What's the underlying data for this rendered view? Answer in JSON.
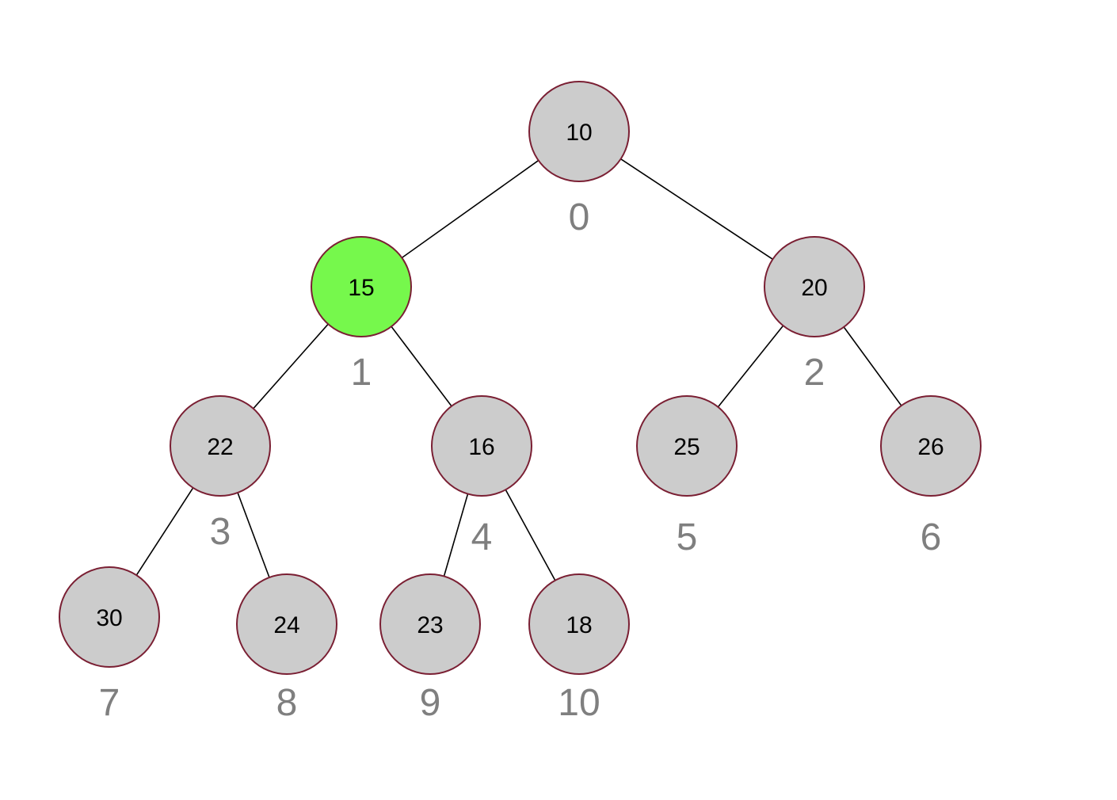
{
  "colors": {
    "node_fill": "#cccccc",
    "highlight_fill": "#76f84c",
    "node_stroke": "#7a1f33",
    "edge": "#000000",
    "index_text": "#7f7f7f",
    "value_text": "#000000"
  },
  "tree": {
    "nodes": [
      {
        "index": "0",
        "value": "10",
        "highlighted": false
      },
      {
        "index": "1",
        "value": "15",
        "highlighted": true
      },
      {
        "index": "2",
        "value": "20",
        "highlighted": false
      },
      {
        "index": "3",
        "value": "22",
        "highlighted": false
      },
      {
        "index": "4",
        "value": "16",
        "highlighted": false
      },
      {
        "index": "5",
        "value": "25",
        "highlighted": false
      },
      {
        "index": "6",
        "value": "26",
        "highlighted": false
      },
      {
        "index": "7",
        "value": "30",
        "highlighted": false
      },
      {
        "index": "8",
        "value": "24",
        "highlighted": false
      },
      {
        "index": "9",
        "value": "23",
        "highlighted": false
      },
      {
        "index": "10",
        "value": "18",
        "highlighted": false
      }
    ],
    "edges": [
      [
        "0",
        "1"
      ],
      [
        "0",
        "2"
      ],
      [
        "1",
        "3"
      ],
      [
        "1",
        "4"
      ],
      [
        "2",
        "5"
      ],
      [
        "2",
        "6"
      ],
      [
        "3",
        "7"
      ],
      [
        "3",
        "8"
      ],
      [
        "4",
        "9"
      ],
      [
        "4",
        "10"
      ]
    ]
  }
}
